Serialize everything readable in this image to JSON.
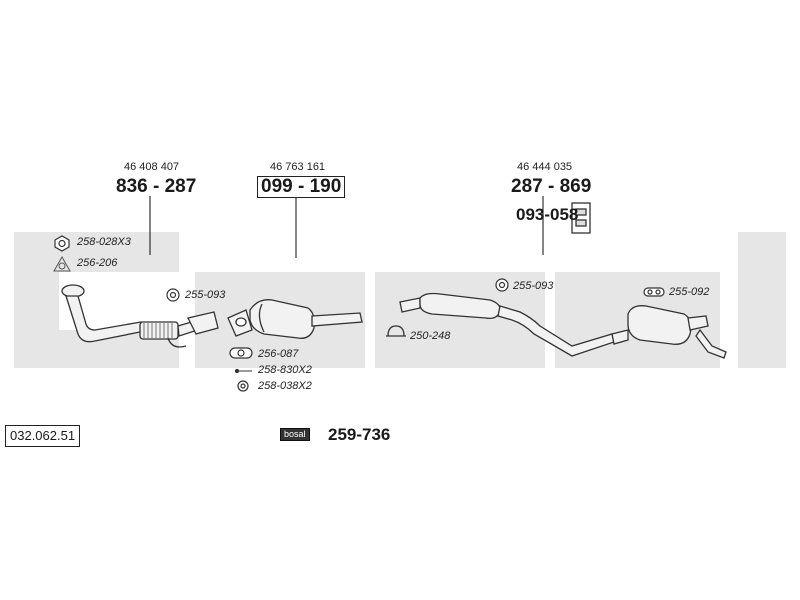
{
  "diagram_code": "032.062.51",
  "groups": [
    {
      "oe": "46 408 407",
      "part": "836 - 287",
      "boxed": false
    },
    {
      "oe": "46 763 161",
      "part": "099 - 190",
      "boxed": true
    },
    {
      "oe": "46 444 035",
      "part": "287 - 869",
      "boxed": false
    }
  ],
  "bracket": {
    "part": "093-058"
  },
  "small_parts": [
    {
      "id": "258-028X3",
      "icon": "nut-icon"
    },
    {
      "id": "256-206",
      "icon": "spring-icon"
    },
    {
      "id": "255-093",
      "icon": "rubber-mount-icon"
    },
    {
      "id": "256-087",
      "icon": "gasket-icon"
    },
    {
      "id": "258-830X2",
      "icon": "bolt-icon"
    },
    {
      "id": "258-038X2",
      "icon": "nut-icon"
    },
    {
      "id": "250-248",
      "icon": "clamp-icon"
    },
    {
      "id": "255-093",
      "icon": "rubber-mount-icon"
    },
    {
      "id": "255-092",
      "icon": "rubber-mount-icon"
    }
  ],
  "kit": {
    "badge": "bosal",
    "part": "259-736"
  },
  "colors": {
    "watermark": "#e6e6e6",
    "line": "#333333",
    "fill": "#f2f2f2"
  }
}
